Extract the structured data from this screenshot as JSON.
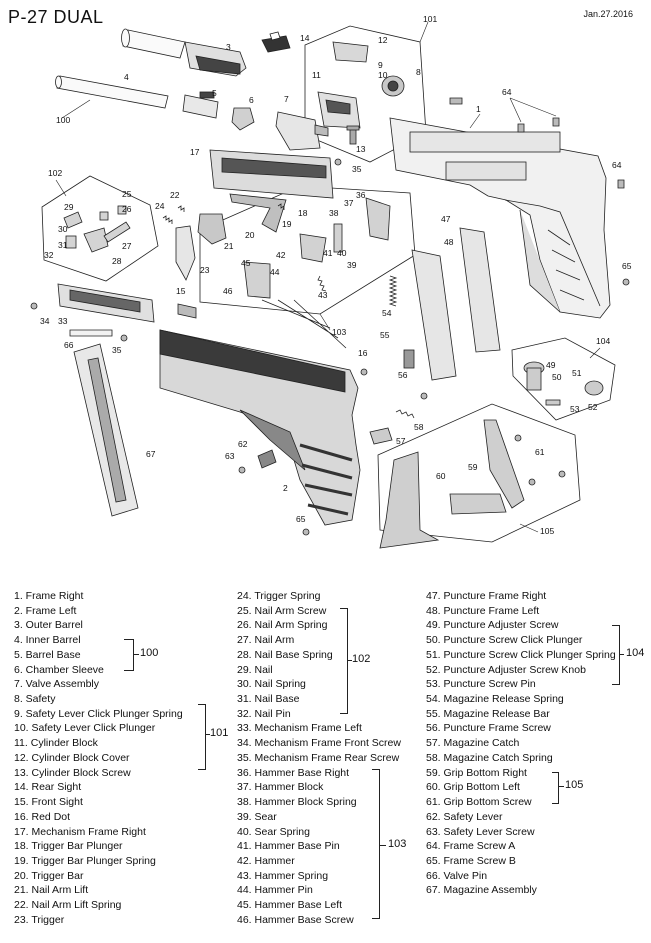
{
  "header": {
    "title": "P-27 DUAL",
    "date": "Jan.27.2016"
  },
  "callouts": {
    "c1": "1",
    "c2": "2",
    "c3": "3",
    "c4": "4",
    "c5": "5",
    "c6": "6",
    "c7": "7",
    "c8": "8",
    "c9": "9",
    "c10": "10",
    "c11": "11",
    "c12": "12",
    "c13": "13",
    "c14": "14",
    "c15": "15",
    "c16": "16",
    "c17": "17",
    "c18": "18",
    "c19": "19",
    "c20": "20",
    "c21": "21",
    "c22": "22",
    "c23": "23",
    "c24": "24",
    "c25": "25",
    "c26": "26",
    "c27": "27",
    "c28": "28",
    "c29": "29",
    "c30": "30",
    "c31": "31",
    "c32": "32",
    "c33": "33",
    "c34": "34",
    "c35a": "35",
    "c35b": "35",
    "c36": "36",
    "c37": "37",
    "c38": "38",
    "c39": "39",
    "c40": "40",
    "c41": "41",
    "c42": "42",
    "c43": "43",
    "c44": "44",
    "c45": "45",
    "c46": "46",
    "c47": "47",
    "c48": "48",
    "c49": "49",
    "c50": "50",
    "c51": "51",
    "c52": "52",
    "c53": "53",
    "c54": "54",
    "c55": "55",
    "c56": "56",
    "c57": "57",
    "c58": "58",
    "c59": "59",
    "c60": "60",
    "c61": "61",
    "c62": "62",
    "c63": "63",
    "c64a": "64",
    "c64b": "64",
    "c65a": "65",
    "c65b": "65",
    "c66": "66",
    "c67": "67",
    "g100": "100",
    "g101": "101",
    "g102": "102",
    "g103": "103",
    "g104": "104",
    "g105": "105"
  },
  "slide_text": "P-27 DUAL",
  "parts": {
    "col1": [
      "1.  Frame Right",
      "2.  Frame Left",
      "3.  Outer Barrel",
      "4.  Inner Barrel",
      "5.  Barrel Base",
      "6.  Chamber Sleeve",
      "7.  Valve Assembly",
      "8.  Safety",
      "9.  Safety Lever Click Plunger Spring",
      "10. Safety Lever Click Plunger",
      "11. Cylinder Block",
      "12. Cylinder Block Cover",
      "13. Cylinder Block Screw",
      "14. Rear Sight",
      "15. Front Sight",
      "16. Red Dot",
      "17. Mechanism Frame Right",
      "18. Trigger Bar Plunger",
      "19. Trigger Bar Plunger Spring",
      "20. Trigger Bar",
      "21. Nail Arm Lift",
      "22. Nail Arm Lift Spring",
      "23. Trigger"
    ],
    "col2": [
      "24. Trigger Spring",
      "25. Nail Arm Screw",
      "26. Nail Arm Spring",
      "27. Nail Arm",
      "28. Nail Base Spring",
      "29. Nail",
      "30. Nail Spring",
      "31. Nail Base",
      "32. Nail Pin",
      "33. Mechanism Frame Left",
      "34. Mechanism Frame Front Screw",
      "35. Mechanism Frame Rear Screw",
      "36. Hammer Base Right",
      "37. Hammer Block",
      "38. Hammer Block Spring",
      "39. Sear",
      "40. Sear Spring",
      "41. Hammer Base Pin",
      "42. Hammer",
      "43. Hammer Spring",
      "44. Hammer Pin",
      "45. Hammer Base Left",
      "46. Hammer Base Screw"
    ],
    "col3": [
      "47. Puncture Frame Right",
      "48. Puncture Frame Left",
      "49. Puncture Adjuster Screw",
      "50. Puncture Screw Click Plunger",
      "51. Puncture Screw Click Plunger Spring",
      "52. Puncture Adjuster Screw Knob",
      "53. Puncture Screw Pin",
      "54. Magazine Release Spring",
      "55. Magazine Release Bar",
      "56. Puncture Frame Screw",
      "57. Magazine Catch",
      "58. Magazine Catch Spring",
      "59. Grip Bottom Right",
      "60. Grip Bottom Left",
      "61. Grip Bottom Screw",
      "62. Safety Lever",
      "63. Safety Lever Screw",
      "64. Frame Screw A",
      "65. Frame Screw B",
      "66. Valve Pin",
      "67. Magazine Assembly"
    ]
  },
  "groups": {
    "g100": "100",
    "g101": "101",
    "g102": "102",
    "g103": "103",
    "g104": "104",
    "g105": "105"
  }
}
